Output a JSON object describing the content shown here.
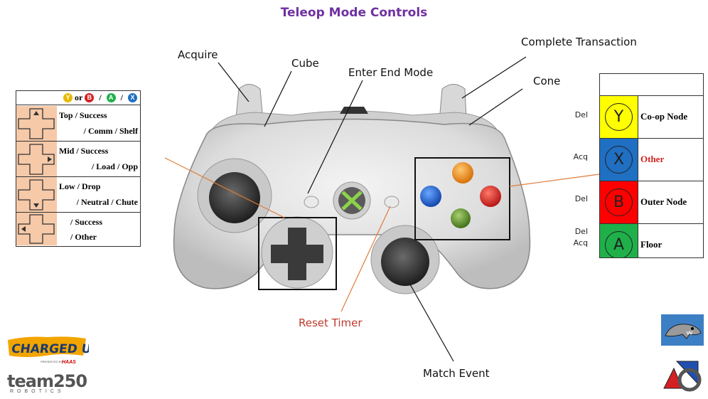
{
  "title": "Teleop Mode Controls",
  "callouts": {
    "acquire": "Acquire",
    "cube": "Cube",
    "enter_end_mode": "Enter End Mode",
    "complete_transaction": "Complete Transaction",
    "cone": "Cone",
    "reset_timer": "Reset Timer",
    "match_event": "Match Event"
  },
  "dpad_table": {
    "header": {
      "y": "Y",
      "or": "or",
      "b": "B",
      "sep1": "/",
      "a": "A",
      "sep2": "/",
      "x": "X"
    },
    "rows": [
      {
        "line1": "Top / Success",
        "line2": "/ Comm  / Shelf",
        "direction": "up"
      },
      {
        "line1": "Mid / Success",
        "line2": "/ Load   / Opp",
        "direction": "right"
      },
      {
        "line1": "Low / Drop",
        "line2": "/ Neutral / Chute",
        "direction": "down"
      },
      {
        "line1": "/ Success",
        "line2": "/ Other",
        "direction": "left"
      }
    ]
  },
  "button_table": {
    "rows": [
      {
        "side": "Del",
        "letter": "Y",
        "label": "Co-op Node",
        "color": "#ffff00",
        "text_color": "#000000"
      },
      {
        "side": "Acq",
        "letter": "X",
        "label": "Other",
        "color": "#1f6fc2",
        "text_color": "#d42020"
      },
      {
        "side": "Del",
        "letter": "B",
        "label": "Outer Node",
        "color": "#ff0000",
        "text_color": "#000000"
      },
      {
        "side": "Del\nAcq",
        "letter": "A",
        "label": "Floor",
        "color": "#1fb04a",
        "text_color": "#000000"
      }
    ]
  },
  "logos": {
    "charged_up": "CHARGED UP",
    "presented_by": "PRESENTED BY",
    "haas": "HAAS",
    "team": "team250",
    "robotics": "ROBOTICS"
  },
  "colors": {
    "title": "#7030a0",
    "leader_orange": "#e07b39",
    "reset_red": "#c0392b"
  }
}
